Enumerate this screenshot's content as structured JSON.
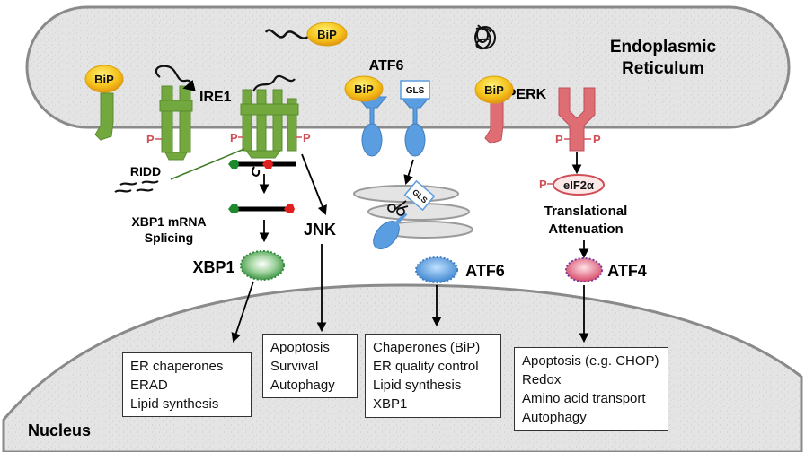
{
  "labels": {
    "er": [
      "Endoplasmic",
      "Reticulum"
    ],
    "nucleus": "Nucleus",
    "ire1": "IRE1",
    "atf6_receptor": "ATF6",
    "perk": "PERK",
    "bip": "BiP",
    "gls": "GLS",
    "ridd": "RIDD",
    "xbp1_splicing": [
      "XBP1 mRNA",
      "Splicing"
    ],
    "xbp1": "XBP1",
    "jnk": "JNK",
    "atf6_factor": "ATF6",
    "eif2a": "eIF2α",
    "translational_attenuation": [
      "Translational",
      "Attenuation"
    ],
    "atf4": "ATF4",
    "phospho": "P"
  },
  "boxes": {
    "xbp1_targets": [
      "ER chaperones",
      "ERAD",
      "Lipid synthesis"
    ],
    "jnk_targets": [
      "Apoptosis",
      "Survival",
      "Autophagy"
    ],
    "atf6_targets": [
      "Chaperones (BiP)",
      "ER quality control",
      "Lipid synthesis",
      "XBP1"
    ],
    "atf4_targets": [
      "Apoptosis (e.g. CHOP)",
      "Redox",
      "Amino acid transport",
      "Autophagy"
    ]
  },
  "colors": {
    "ire1_green": "#72a83e",
    "atf6_blue": "#5a9de0",
    "perk_red": "#de6e74",
    "bip_yellow": "#f3c419",
    "xbp1_green": "#2f8a3a",
    "atf4_pink": "#e46c82"
  }
}
